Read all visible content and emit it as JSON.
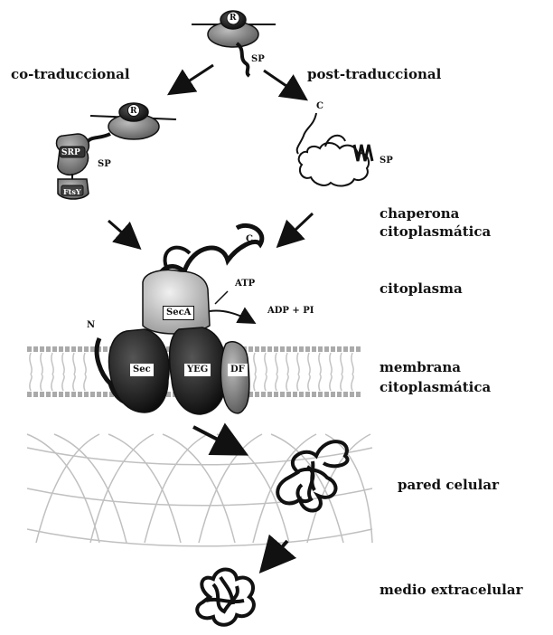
{
  "pathways": {
    "co": "co-traduccional",
    "post": "post-traduccional"
  },
  "molecule_labels": {
    "ribosome": "R",
    "signal_peptide": "SP",
    "srp": "SRP",
    "ftsy": "FtsY",
    "c_terminus": "C",
    "n_terminus": "N",
    "seca": "SecA",
    "atp": "ATP",
    "adp": "ADP + PI",
    "sec": "Sec",
    "yeg": "YEG",
    "df": "DF"
  },
  "regions": {
    "chaperone_line1": "chaperona",
    "chaperone_line2": "citoplasmática",
    "cytoplasm": "citoplasma",
    "membrane_line1": "membrana",
    "membrane_line2": "citoplasmática",
    "cell_wall": "pared celular",
    "extracellular": "medio extracelular"
  },
  "colors": {
    "ink": "#111111",
    "mid_gray": "#7a7a7a",
    "light_gray": "#c8c8c8",
    "membrane": "#9a9a9a",
    "wall": "#b8b8b8"
  }
}
